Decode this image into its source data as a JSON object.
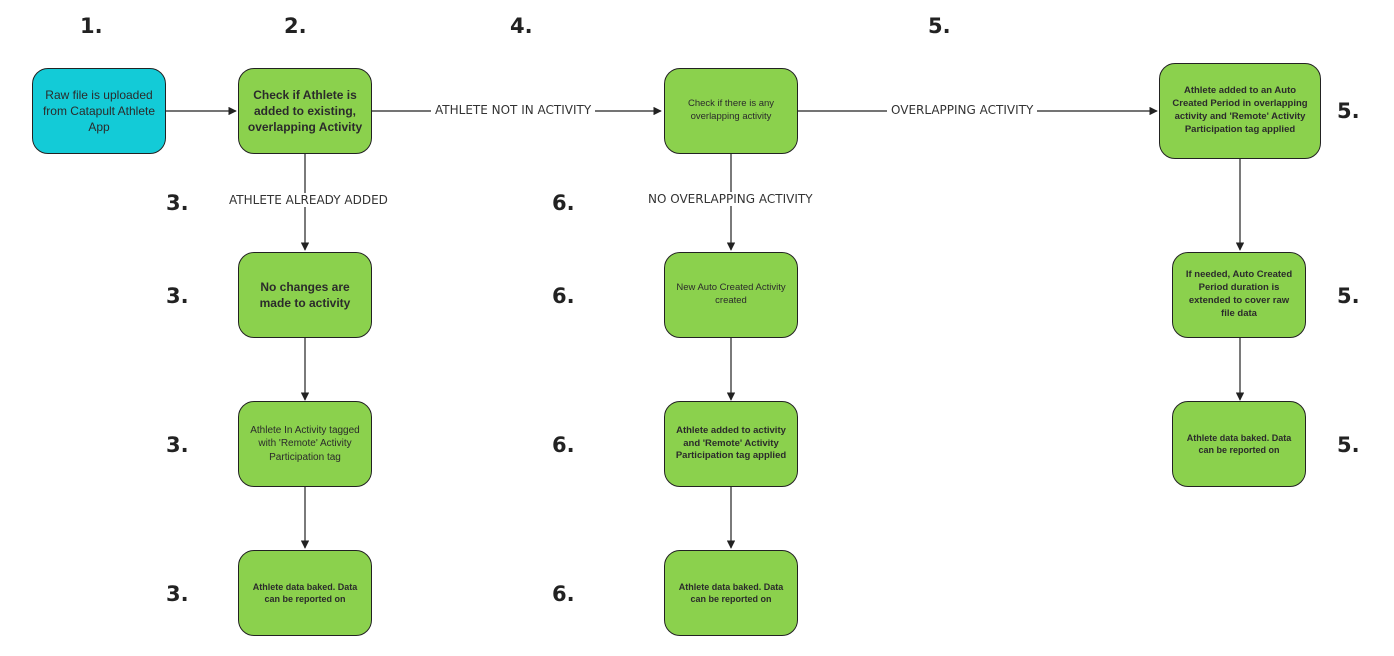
{
  "step_numbers": {
    "top_1": "1.",
    "top_2": "2.",
    "top_4": "4.",
    "top_5": "5.",
    "row_3a": "3.",
    "row_3b": "3.",
    "row_3c": "3.",
    "row_3d": "3.",
    "row_6a": "6.",
    "row_6b": "6.",
    "row_6c": "6.",
    "row_6d": "6.",
    "row_5a": "5.",
    "row_5b": "5.",
    "row_5c": "5."
  },
  "nodes": {
    "raw_upload": "Raw file is uploaded from Catapult Athlete App",
    "check_added": "Check if Athlete is added to existing, overlapping Activity",
    "no_changes": "No changes are made to activity",
    "tagged_remote": "Athlete In Activity tagged with 'Remote' Activity Participation tag",
    "baked_left": "Athlete data baked. Data can be reported on",
    "check_overlap": "Check if there is any overlapping activity",
    "new_auto_activity": "New Auto Created Activity created",
    "added_to_activity": "Athlete added to activity and 'Remote' Activity Participation tag applied",
    "baked_mid": "Athlete data baked. Data can be reported on",
    "added_auto_period": "Athlete added to an Auto Created Period in overlapping activity and 'Remote' Activity Participation tag applied",
    "extend_period": "If needed, Auto Created Period duration is extended to cover raw file data",
    "baked_right": "Athlete data baked. Data can be reported on"
  },
  "edge_labels": {
    "not_in_activity": "ATHLETE NOT IN ACTIVITY",
    "already_added": "ATHLETE ALREADY ADDED",
    "overlapping": "OVERLAPPING ACTIVITY",
    "no_overlapping": "NO OVERLAPPING ACTIVITY"
  },
  "colors": {
    "start_node": "#13cbd7",
    "step_node": "#8bd14d",
    "stroke": "#222222"
  }
}
